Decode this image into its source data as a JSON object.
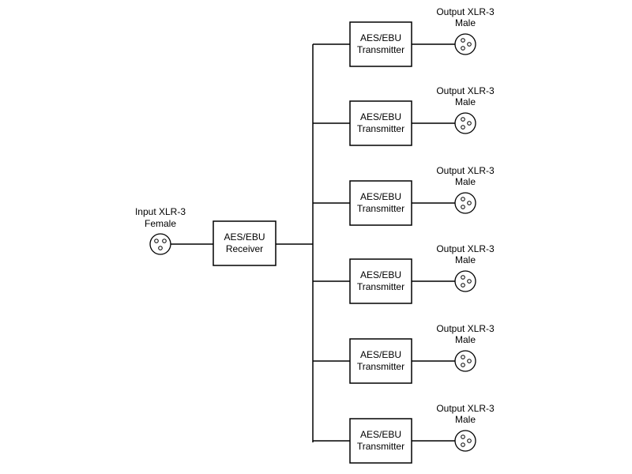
{
  "input": {
    "label_line1": "Input XLR-3",
    "label_line2": "Female",
    "icon": "xlr-3-female-connector"
  },
  "receiver": {
    "line1": "AES/EBU",
    "line2": "Receiver"
  },
  "outputs": [
    {
      "tx_line1": "AES/EBU",
      "tx_line2": "Transmitter",
      "label_line1": "Output XLR-3",
      "label_line2": "Male",
      "icon": "xlr-3-male-connector"
    },
    {
      "tx_line1": "AES/EBU",
      "tx_line2": "Transmitter",
      "label_line1": "Output XLR-3",
      "label_line2": "Male",
      "icon": "xlr-3-male-connector"
    },
    {
      "tx_line1": "AES/EBU",
      "tx_line2": "Transmitter",
      "label_line1": "Output XLR-3",
      "label_line2": "Male",
      "icon": "xlr-3-male-connector"
    },
    {
      "tx_line1": "AES/EBU",
      "tx_line2": "Transmitter",
      "label_line1": "Output XLR-3",
      "label_line2": "Male",
      "icon": "xlr-3-male-connector"
    },
    {
      "tx_line1": "AES/EBU",
      "tx_line2": "Transmitter",
      "label_line1": "Output XLR-3",
      "label_line2": "Male",
      "icon": "xlr-3-male-connector"
    },
    {
      "tx_line1": "AES/EBU",
      "tx_line2": "Transmitter",
      "label_line1": "Output XLR-3",
      "label_line2": "Male",
      "icon": "xlr-3-male-connector"
    }
  ]
}
